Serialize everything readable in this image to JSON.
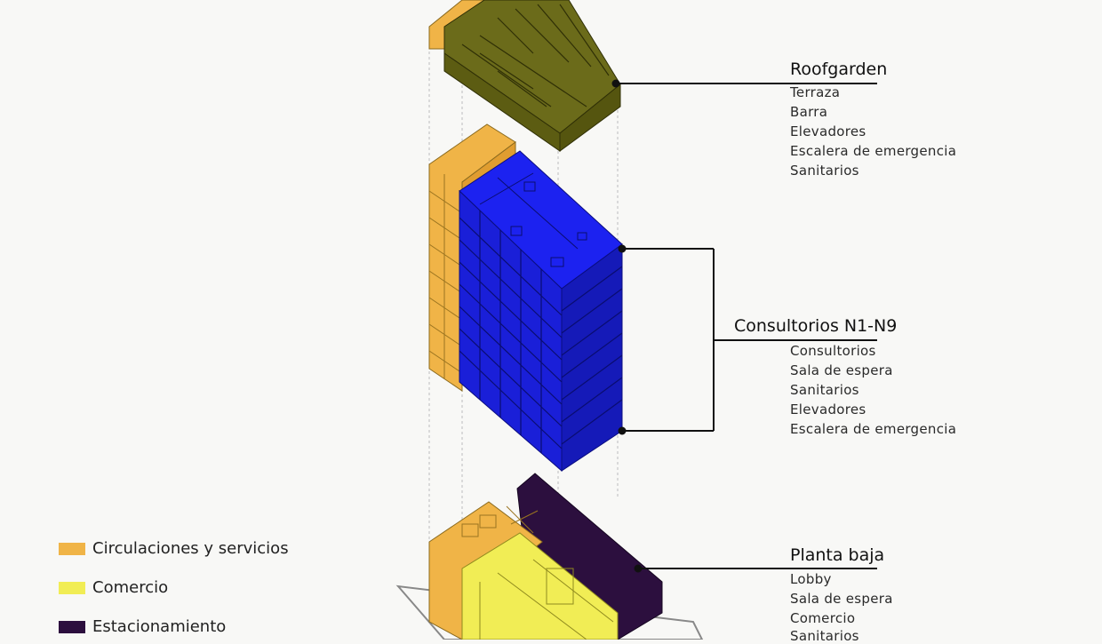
{
  "groups": [
    {
      "title": "Roofgarden",
      "items": [
        "Terraza",
        "Barra",
        "Elevadores",
        "Escalera de emergencia",
        "Sanitarios"
      ]
    },
    {
      "title": "Consultorios N1-N9",
      "items": [
        "Consultorios",
        "Sala de espera",
        "Sanitarios",
        "Elevadores",
        "Escalera de emergencia"
      ]
    },
    {
      "title": "Planta baja",
      "items": [
        "Lobby",
        "Sala de espera",
        "Comercio",
        "Sanitarios"
      ]
    }
  ],
  "legend": [
    {
      "label": "Circulaciones y servicios",
      "color": "#f0b447"
    },
    {
      "label": "Comercio",
      "color": "#f1ed55"
    },
    {
      "label": "Estacionamiento",
      "color": "#2c0f3e"
    }
  ],
  "colors": {
    "roof": "#6b6b1a",
    "consultorios": "#1c22f0",
    "circulaciones": "#f0b447",
    "comercio": "#f1ed55",
    "estacionamiento": "#2c0f3e"
  }
}
